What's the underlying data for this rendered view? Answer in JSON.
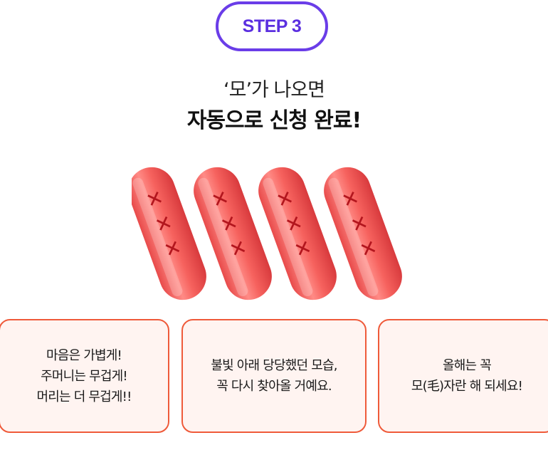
{
  "step_badge": {
    "label": "STEP 3",
    "color": "#5b2fe0"
  },
  "headline": {
    "line1": "‘모’가 나오면",
    "line2": "자동으로 신청 완료!"
  },
  "yut_sticks": [
    {
      "marks": [
        "✕",
        "✕",
        "✕"
      ]
    },
    {
      "marks": [
        "✕",
        "✕",
        "✕"
      ]
    },
    {
      "marks": [
        "✕",
        "✕",
        "✕"
      ]
    },
    {
      "marks": [
        "✕",
        "✕",
        "✕"
      ]
    }
  ],
  "cards": [
    {
      "lines": [
        "마음은 가볍게!",
        "주머니는 무겁게!",
        "머리는 더 무겁게!!"
      ]
    },
    {
      "lines": [
        "불빛 아래 당당했던 모습,",
        "꼭 다시 찾아올 거예요."
      ]
    },
    {
      "lines": [
        "올해는 꼭",
        "모(毛)자란 해 되세요!"
      ]
    }
  ],
  "colors": {
    "accent_purple": "#6a3de8",
    "card_border": "#ef5a3a",
    "card_background": "#fff4f1",
    "stick_red": "#f0635e",
    "mark_red": "#b3161e"
  }
}
